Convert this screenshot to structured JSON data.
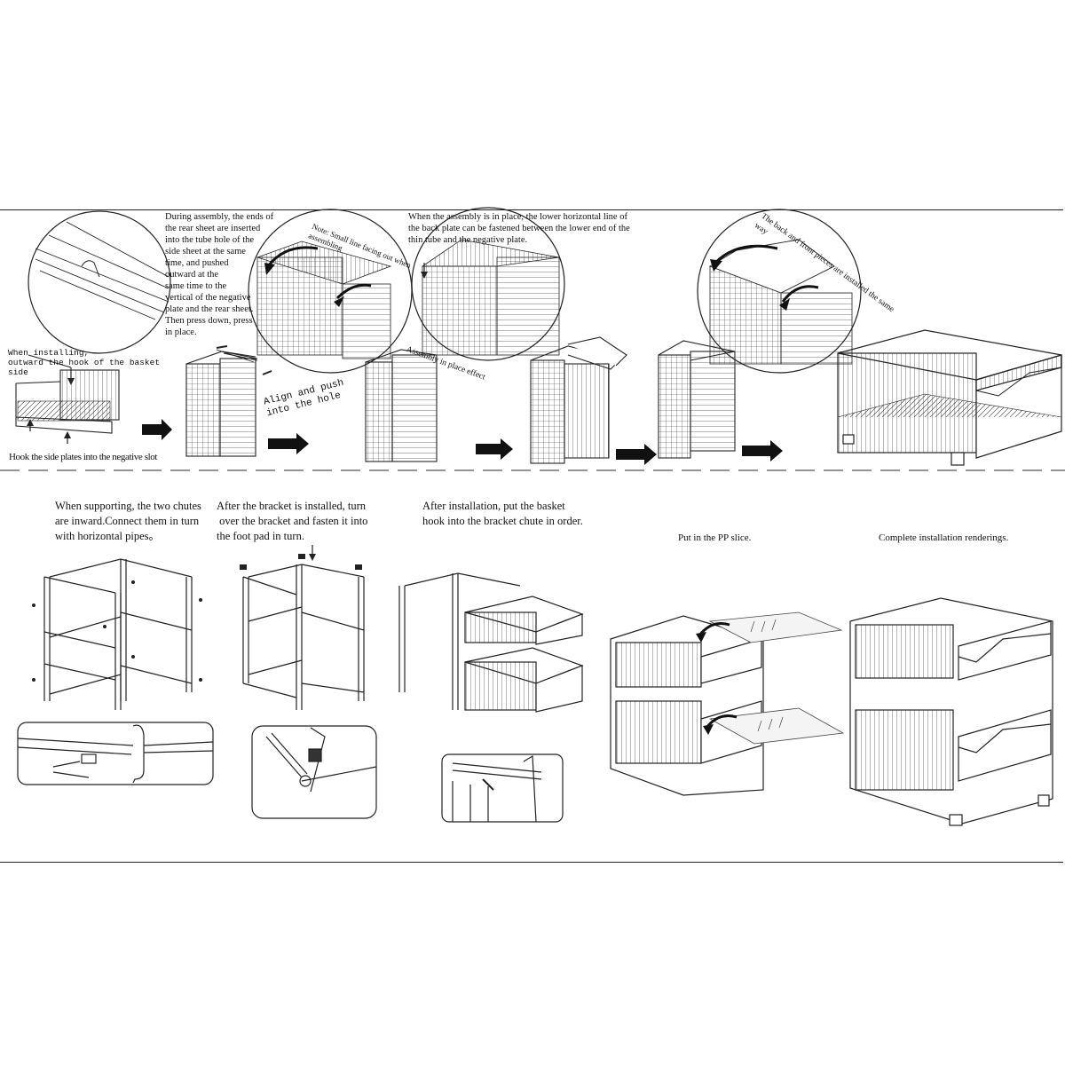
{
  "colors": {
    "line": "#222222",
    "background": "#ffffff",
    "divider": "#555555"
  },
  "top_row": {
    "step1_note": "When installing,\noutward the hook of the basket side",
    "step1_caption": "Hook the side plates into the negative slot",
    "step2_text": "During assembly, the ends of\nthe rear sheet are inserted\ninto the tube hole of the\nside sheet at the same\ntime, and pushed\noutward at the\nsame time to the\nvertical of the negative\nplate and the rear sheet.\nThen press down, press\nin place.",
    "step2_align": "Align and push\ninto the hole",
    "step3_note": "Note: Small line facing out when\nassembling",
    "step3_effect": "Assembly in place effect",
    "step4_text": "When the assembly is in place, the lower horizontal line of\nthe back plate can be fastened between the lower end of the\nthin tube and the negative plate.",
    "step5_note": "The back and front pieces are installed the same way"
  },
  "bottom_row": {
    "step1_text": "When supporting, the two chutes\nare inward.Connect them in turn\nwith horizontal pipes。",
    "step2_text": "After the bracket is installed, turn\n over the bracket and fasten it into\nthe foot pad in turn.",
    "step3_text": "After installation, put the basket\nhook into the bracket chute in order.",
    "step4_text": "Put in the PP slice.",
    "step5_text": "Complete installation renderings."
  }
}
